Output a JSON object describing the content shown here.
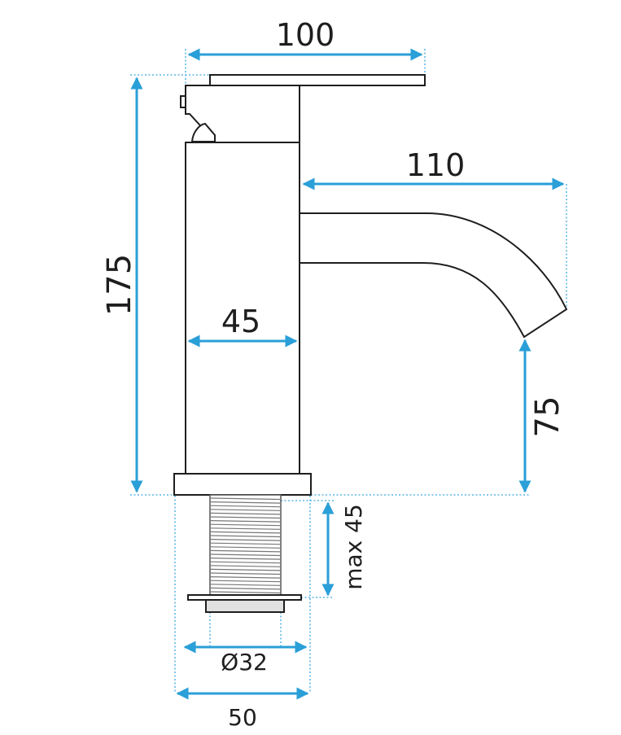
{
  "colors": {
    "outline": "#1e1e1e",
    "dimension": "#2a9fd8",
    "thread": "#777777"
  },
  "dimensions": {
    "handle_width": "100",
    "spout_reach": "110",
    "total_height": "175",
    "body_width": "45",
    "spout_height": "75",
    "max_mount_thickness": "max 45",
    "thread_diameter": "Ø32",
    "base_width": "50"
  }
}
